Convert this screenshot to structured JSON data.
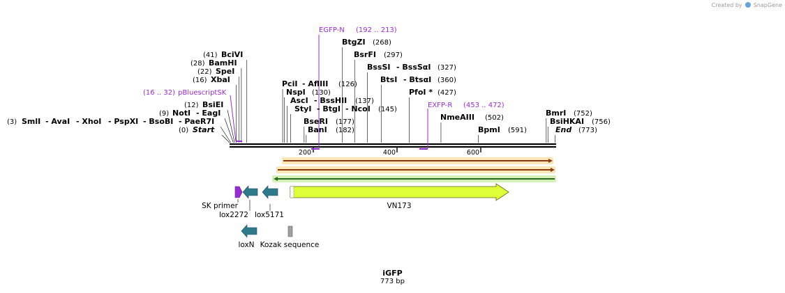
{
  "credit": {
    "prefix": "Created by",
    "brand": "SnapGene"
  },
  "title": {
    "name": "iGFP",
    "length": "773 bp"
  },
  "ticks": [
    "200",
    "400",
    "600"
  ],
  "enzymes": [
    {
      "id": "smli",
      "label": "SmlI",
      "pos": "(3)",
      "prefix": "",
      "cut": 3
    },
    {
      "id": "avai",
      "label": "AvaI",
      "pos": "",
      "prefix": "- ",
      "cut": 3
    },
    {
      "id": "xhoi",
      "label": "XhoI",
      "pos": "",
      "prefix": "- ",
      "cut": 3
    },
    {
      "id": "pspxi",
      "label": "PspXI",
      "pos": "",
      "prefix": "- ",
      "cut": 3
    },
    {
      "id": "sobbi",
      "label": "BsoBI",
      "pos": "",
      "prefix": "- ",
      "cut": 3
    },
    {
      "id": "paer7i",
      "label": "PaeR7I",
      "pos": "",
      "prefix": "- ",
      "cut": 3
    },
    {
      "id": "start",
      "label": "Start",
      "pos": "(0)",
      "prefix": "",
      "cut": 0
    },
    {
      "id": "noti",
      "label": "NotI",
      "pos": "(9)",
      "prefix": "",
      "cut": 9
    },
    {
      "id": "eagi",
      "label": "EagI",
      "pos": "",
      "prefix": "- ",
      "cut": 9
    },
    {
      "id": "bsiei",
      "label": "BsiEI",
      "pos": "(12)",
      "prefix": "",
      "cut": 12
    },
    {
      "id": "xbai",
      "label": "XbaI",
      "pos": "(16)",
      "prefix": "",
      "cut": 16
    },
    {
      "id": "spei",
      "label": "SpeI",
      "pos": "(22)",
      "prefix": "",
      "cut": 22
    },
    {
      "id": "bamhi",
      "label": "BamHI",
      "pos": "(28)",
      "prefix": "",
      "cut": 28
    },
    {
      "id": "bcivi",
      "label": "BciVI",
      "pos": "(41)",
      "prefix": "",
      "cut": 41
    },
    {
      "id": "pcii",
      "label": "PciI",
      "pos": "",
      "prefix": "",
      "cut": 126
    },
    {
      "id": "afliii",
      "label": "AflIII",
      "pos": "(126)",
      "prefix": "- ",
      "cut": 126
    },
    {
      "id": "nspi",
      "label": "NspI",
      "pos": "(130)",
      "prefix": "",
      "cut": 130
    },
    {
      "id": "asci",
      "label": "AscI",
      "pos": "",
      "prefix": "",
      "cut": 137
    },
    {
      "id": "bsshii",
      "label": "BssHII",
      "pos": "(137)",
      "prefix": "- ",
      "cut": 137
    },
    {
      "id": "styi",
      "label": "StyI",
      "pos": "",
      "prefix": "",
      "cut": 145
    },
    {
      "id": "btgi",
      "label": "BtgI",
      "pos": "",
      "prefix": "- ",
      "cut": 145
    },
    {
      "id": "ncoi",
      "label": "NcoI",
      "pos": "(145)",
      "prefix": "- ",
      "cut": 145
    },
    {
      "id": "bseri",
      "label": "BseRI",
      "pos": "(177)",
      "prefix": "",
      "cut": 177
    },
    {
      "id": "bani",
      "label": "BanI",
      "pos": "(182)",
      "prefix": "",
      "cut": 182
    },
    {
      "id": "btgzi",
      "label": "BtgZI",
      "pos": "(268)",
      "prefix": "",
      "cut": 268
    },
    {
      "id": "bsrfi",
      "label": "BsrFI",
      "pos": "(297)",
      "prefix": "",
      "cut": 297
    },
    {
      "id": "bsssi",
      "label": "BssSI",
      "pos": "",
      "prefix": "",
      "cut": 327
    },
    {
      "id": "bsssai",
      "label": "BssSαI",
      "pos": "(327)",
      "prefix": "- ",
      "cut": 327
    },
    {
      "id": "btsi",
      "label": "BtsI",
      "pos": "",
      "prefix": "",
      "cut": 360
    },
    {
      "id": "btsai",
      "label": "BtsαI",
      "pos": "(360)",
      "prefix": "- ",
      "cut": 360
    },
    {
      "id": "pfoi",
      "label": "PfoI *",
      "pos": "(427)",
      "prefix": "",
      "cut": 427
    },
    {
      "id": "nmeaiii",
      "label": "NmeAIII",
      "pos": "(502)",
      "prefix": "",
      "cut": 502
    },
    {
      "id": "bpmi",
      "label": "BpmI",
      "pos": "(591)",
      "prefix": "",
      "cut": 591
    },
    {
      "id": "bmri",
      "label": "BmrI",
      "pos": "(752)",
      "prefix": "",
      "cut": 752
    },
    {
      "id": "bsihkai",
      "label": "BsiHKAI",
      "pos": "(756)",
      "prefix": "",
      "cut": 756
    },
    {
      "id": "end",
      "label": "End",
      "pos": "(773)",
      "prefix": "",
      "cut": 773
    }
  ],
  "primers": [
    {
      "id": "egfp-n",
      "label": "EGFP-N",
      "range": "(192 .. 213)",
      "start": 192,
      "end": 213
    },
    {
      "id": "pbluescriptsk",
      "label": "pBluescriptSK",
      "range": "(16 .. 32)",
      "start": 16,
      "end": 32
    },
    {
      "id": "exfp-r",
      "label": "EXFP-R",
      "range": "(453 .. 472)",
      "start": 453,
      "end": 472
    }
  ],
  "features": [
    {
      "id": "sk-primer",
      "label": "SK primer",
      "color": "#9a2bd6"
    },
    {
      "id": "lox2272",
      "label": "lox2272",
      "color": "#2e7a8c"
    },
    {
      "id": "lox5171",
      "label": "lox5171",
      "color": "#2e7a8c"
    },
    {
      "id": "vn173",
      "label": "VN173",
      "color": "#dfff3a"
    },
    {
      "id": "loxn",
      "label": "loxN",
      "color": "#2e7a8c"
    },
    {
      "id": "kozak",
      "label": "Kozak sequence",
      "color": "#a0a0a0"
    }
  ],
  "translations": [
    {
      "id": "orf-1",
      "direction": "forward",
      "color": "#f0a040"
    },
    {
      "id": "orf-2",
      "direction": "forward",
      "color": "#f0a040"
    },
    {
      "id": "orf-3",
      "direction": "reverse",
      "color": "#5cb838"
    }
  ]
}
